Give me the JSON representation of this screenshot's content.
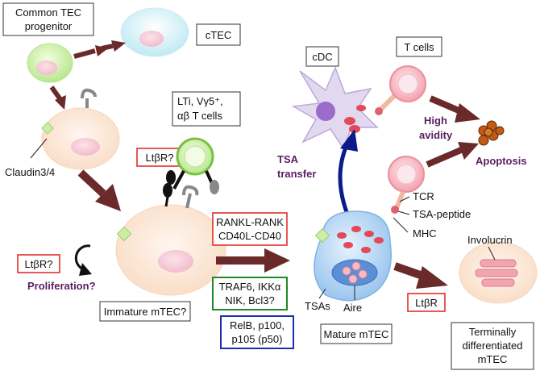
{
  "boxes": {
    "common_tec": [
      "Common TEC",
      "progenitor"
    ],
    "ctec": "cTEC",
    "ltis": [
      "LTi, Vγ5⁺,",
      "αβ T cells"
    ],
    "ltbr_q1": "LtβR?",
    "ltbr_q2": "LtβR?",
    "immature": "Immature mTEC?",
    "rankl": [
      "RANKL-RANK",
      "CD40L-CD40"
    ],
    "traf": [
      "TRAF6, IKKα",
      "NIK, Bcl3?"
    ],
    "relb": [
      "RelB, p100,",
      "p105 (p50)"
    ],
    "mature": "Mature mTEC",
    "ltbr": "LtβR",
    "terminal": [
      "Terminally",
      "differentiated",
      "mTEC"
    ],
    "cdc": "cDC",
    "tcells": "T cells"
  },
  "labels": {
    "claudin": "Claudin3/4",
    "proliferation": "Proliferation?",
    "tsa_transfer": [
      "TSA",
      "transfer"
    ],
    "high_avidity": [
      "High",
      "avidity"
    ],
    "apoptosis": "Apoptosis",
    "tcr": "TCR",
    "tsa_peptide": "TSA-peptide",
    "mhc": "MHC",
    "tsas": "TSAs",
    "aire": "Aire",
    "involucrin": "Involucrin"
  },
  "colors": {
    "arrow": "#6b2a2a",
    "red_box": "#e02020",
    "green_box": "#1f8a2a",
    "blue_box": "#1b2fb0",
    "purple_text": "#5a1e5f",
    "tsa_arrow": "#0c1a8a"
  }
}
